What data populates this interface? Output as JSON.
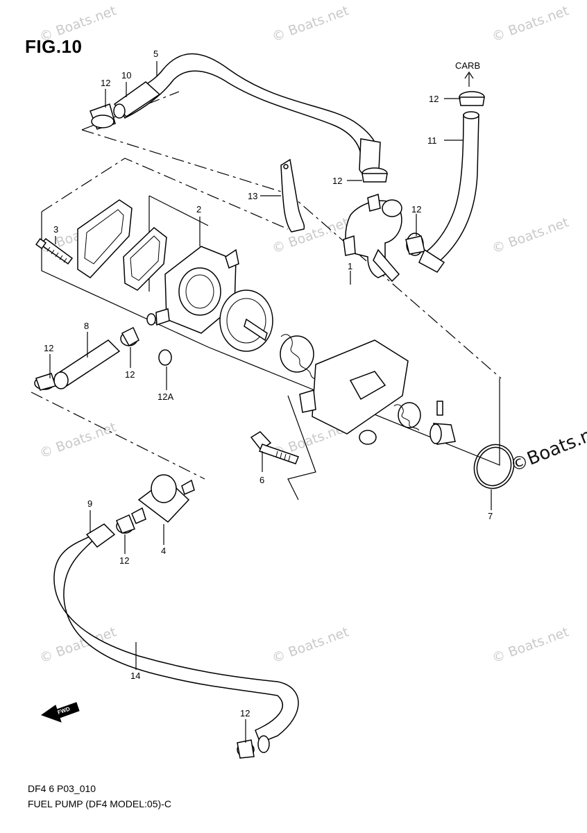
{
  "figure": {
    "title": "FIG.10",
    "code": "DF4 6 P03_010",
    "caption": "FUEL PUMP (DF4 MODEL:05)-C"
  },
  "callouts": {
    "p1": "1",
    "p2": "2",
    "p3": "3",
    "p4": "4",
    "p5": "5",
    "p6": "6",
    "p7": "7",
    "p8": "8",
    "p9": "9",
    "p10": "10",
    "p11": "11",
    "p13": "13",
    "p14": "14",
    "p12": "12",
    "p12a": "12A",
    "carb": "CARB"
  },
  "watermarks": {
    "small": "© Boats.net",
    "large": "©Boats.net"
  },
  "icons": [
    "fwd-arrow-icon"
  ],
  "fwd_label": "FWD"
}
